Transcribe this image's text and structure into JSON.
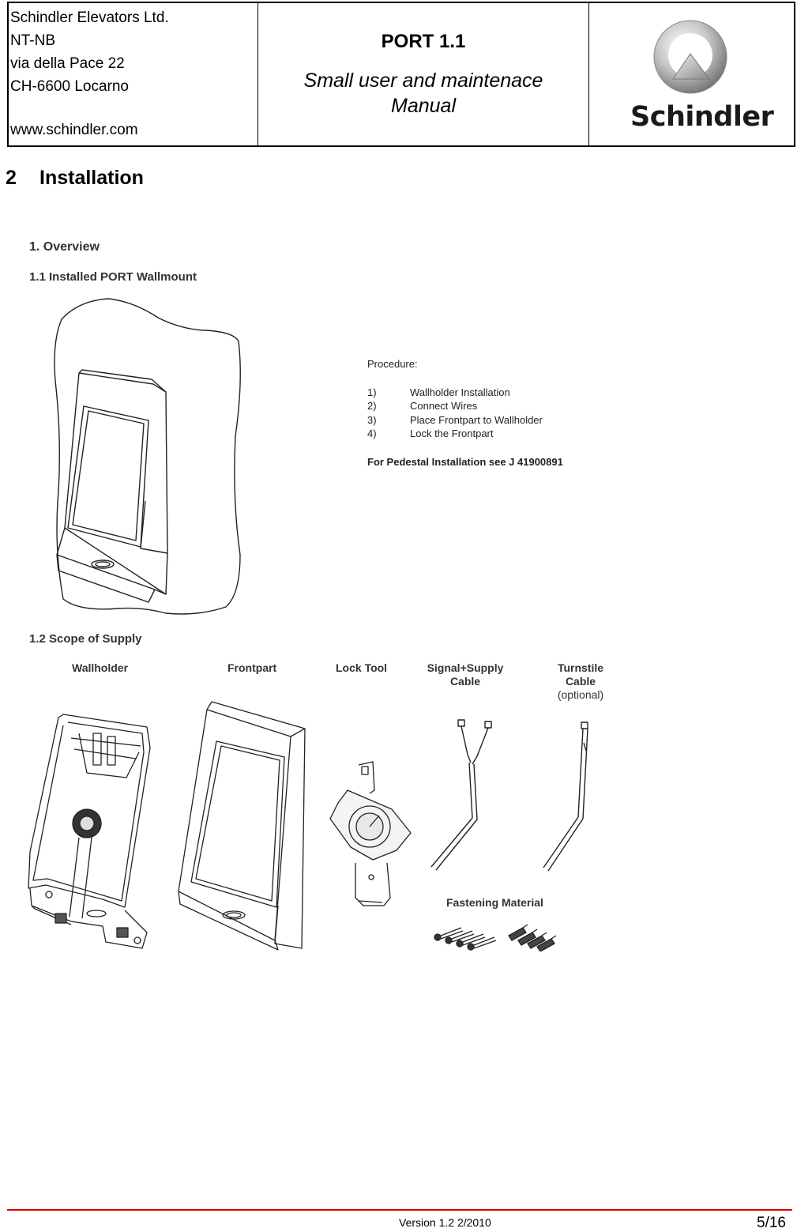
{
  "header": {
    "company_lines": [
      "Schindler Elevators Ltd.",
      "NT-NB",
      "via della Pace 22",
      "CH-6600 Locarno"
    ],
    "website": "www.schindler.com",
    "product": "PORT 1.1",
    "doc_title": "Small user and maintenace Manual",
    "logo_text": "Schindler"
  },
  "section": {
    "number": "2",
    "title": "Installation"
  },
  "overview": {
    "heading": "1.  Overview",
    "sub1": "1.1 Installed PORT Wallmount",
    "procedure": {
      "title": "Procedure:",
      "steps": [
        {
          "n": "1)",
          "text": "Wallholder Installation"
        },
        {
          "n": "2)",
          "text": "Connect Wires"
        },
        {
          "n": "3)",
          "text": "Place Frontpart to Wallholder"
        },
        {
          "n": "4)",
          "text": "Lock the Frontpart"
        }
      ],
      "note": "For Pedestal Installation see J 41900891"
    },
    "sub2": "1.2 Scope of Supply",
    "items": {
      "wallholder": "Wallholder",
      "frontpart": "Frontpart",
      "lock_tool": "Lock Tool",
      "signal_cable_1": "Signal+Supply",
      "signal_cable_2": "Cable",
      "turnstile_1": "Turnstile",
      "turnstile_2": "Cable",
      "turnstile_3": "(optional)",
      "fastening": "Fastening Material"
    }
  },
  "footer": {
    "version": "Version 1.2 2/2010",
    "page": "5/16"
  },
  "colors": {
    "footer_rule": "#e00000"
  }
}
